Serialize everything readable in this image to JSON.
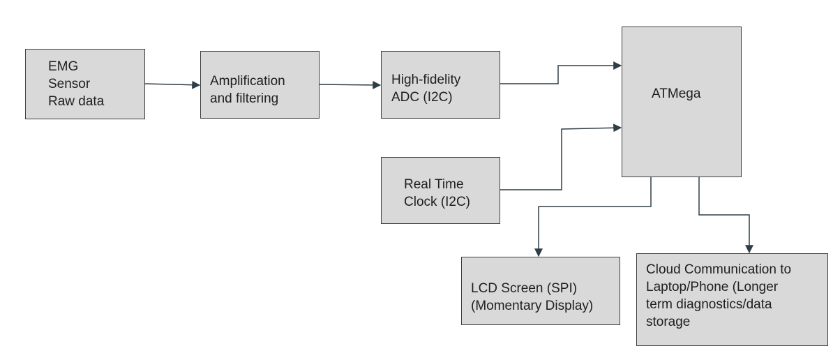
{
  "diagram": {
    "nodes": {
      "emg_sensor": {
        "lines": [
          "EMG",
          "Sensor",
          "Raw data"
        ]
      },
      "amplification": {
        "lines": [
          "Amplification",
          "and filtering"
        ]
      },
      "adc": {
        "lines": [
          "High-fidelity",
          "ADC (I2C)"
        ]
      },
      "atmega": {
        "lines": [
          "ATMega"
        ]
      },
      "rtc": {
        "lines": [
          "Real Time",
          "Clock (I2C)"
        ]
      },
      "lcd": {
        "lines": [
          "LCD Screen (SPI)",
          "(Momentary Display)"
        ]
      },
      "cloud": {
        "lines": [
          "Cloud Communication to",
          "Laptop/Phone (Longer",
          "term diagnostics/data",
          "storage"
        ]
      }
    },
    "edges": [
      {
        "from": "emg_sensor",
        "to": "amplification"
      },
      {
        "from": "amplification",
        "to": "adc"
      },
      {
        "from": "adc",
        "to": "atmega"
      },
      {
        "from": "rtc",
        "to": "atmega"
      },
      {
        "from": "atmega",
        "to": "lcd"
      },
      {
        "from": "atmega",
        "to": "cloud"
      }
    ],
    "colors": {
      "box_fill": "#d9d9d9",
      "box_border": "#3f3f3f",
      "connector": "#2f3e46",
      "text": "#1e1e1e"
    }
  }
}
